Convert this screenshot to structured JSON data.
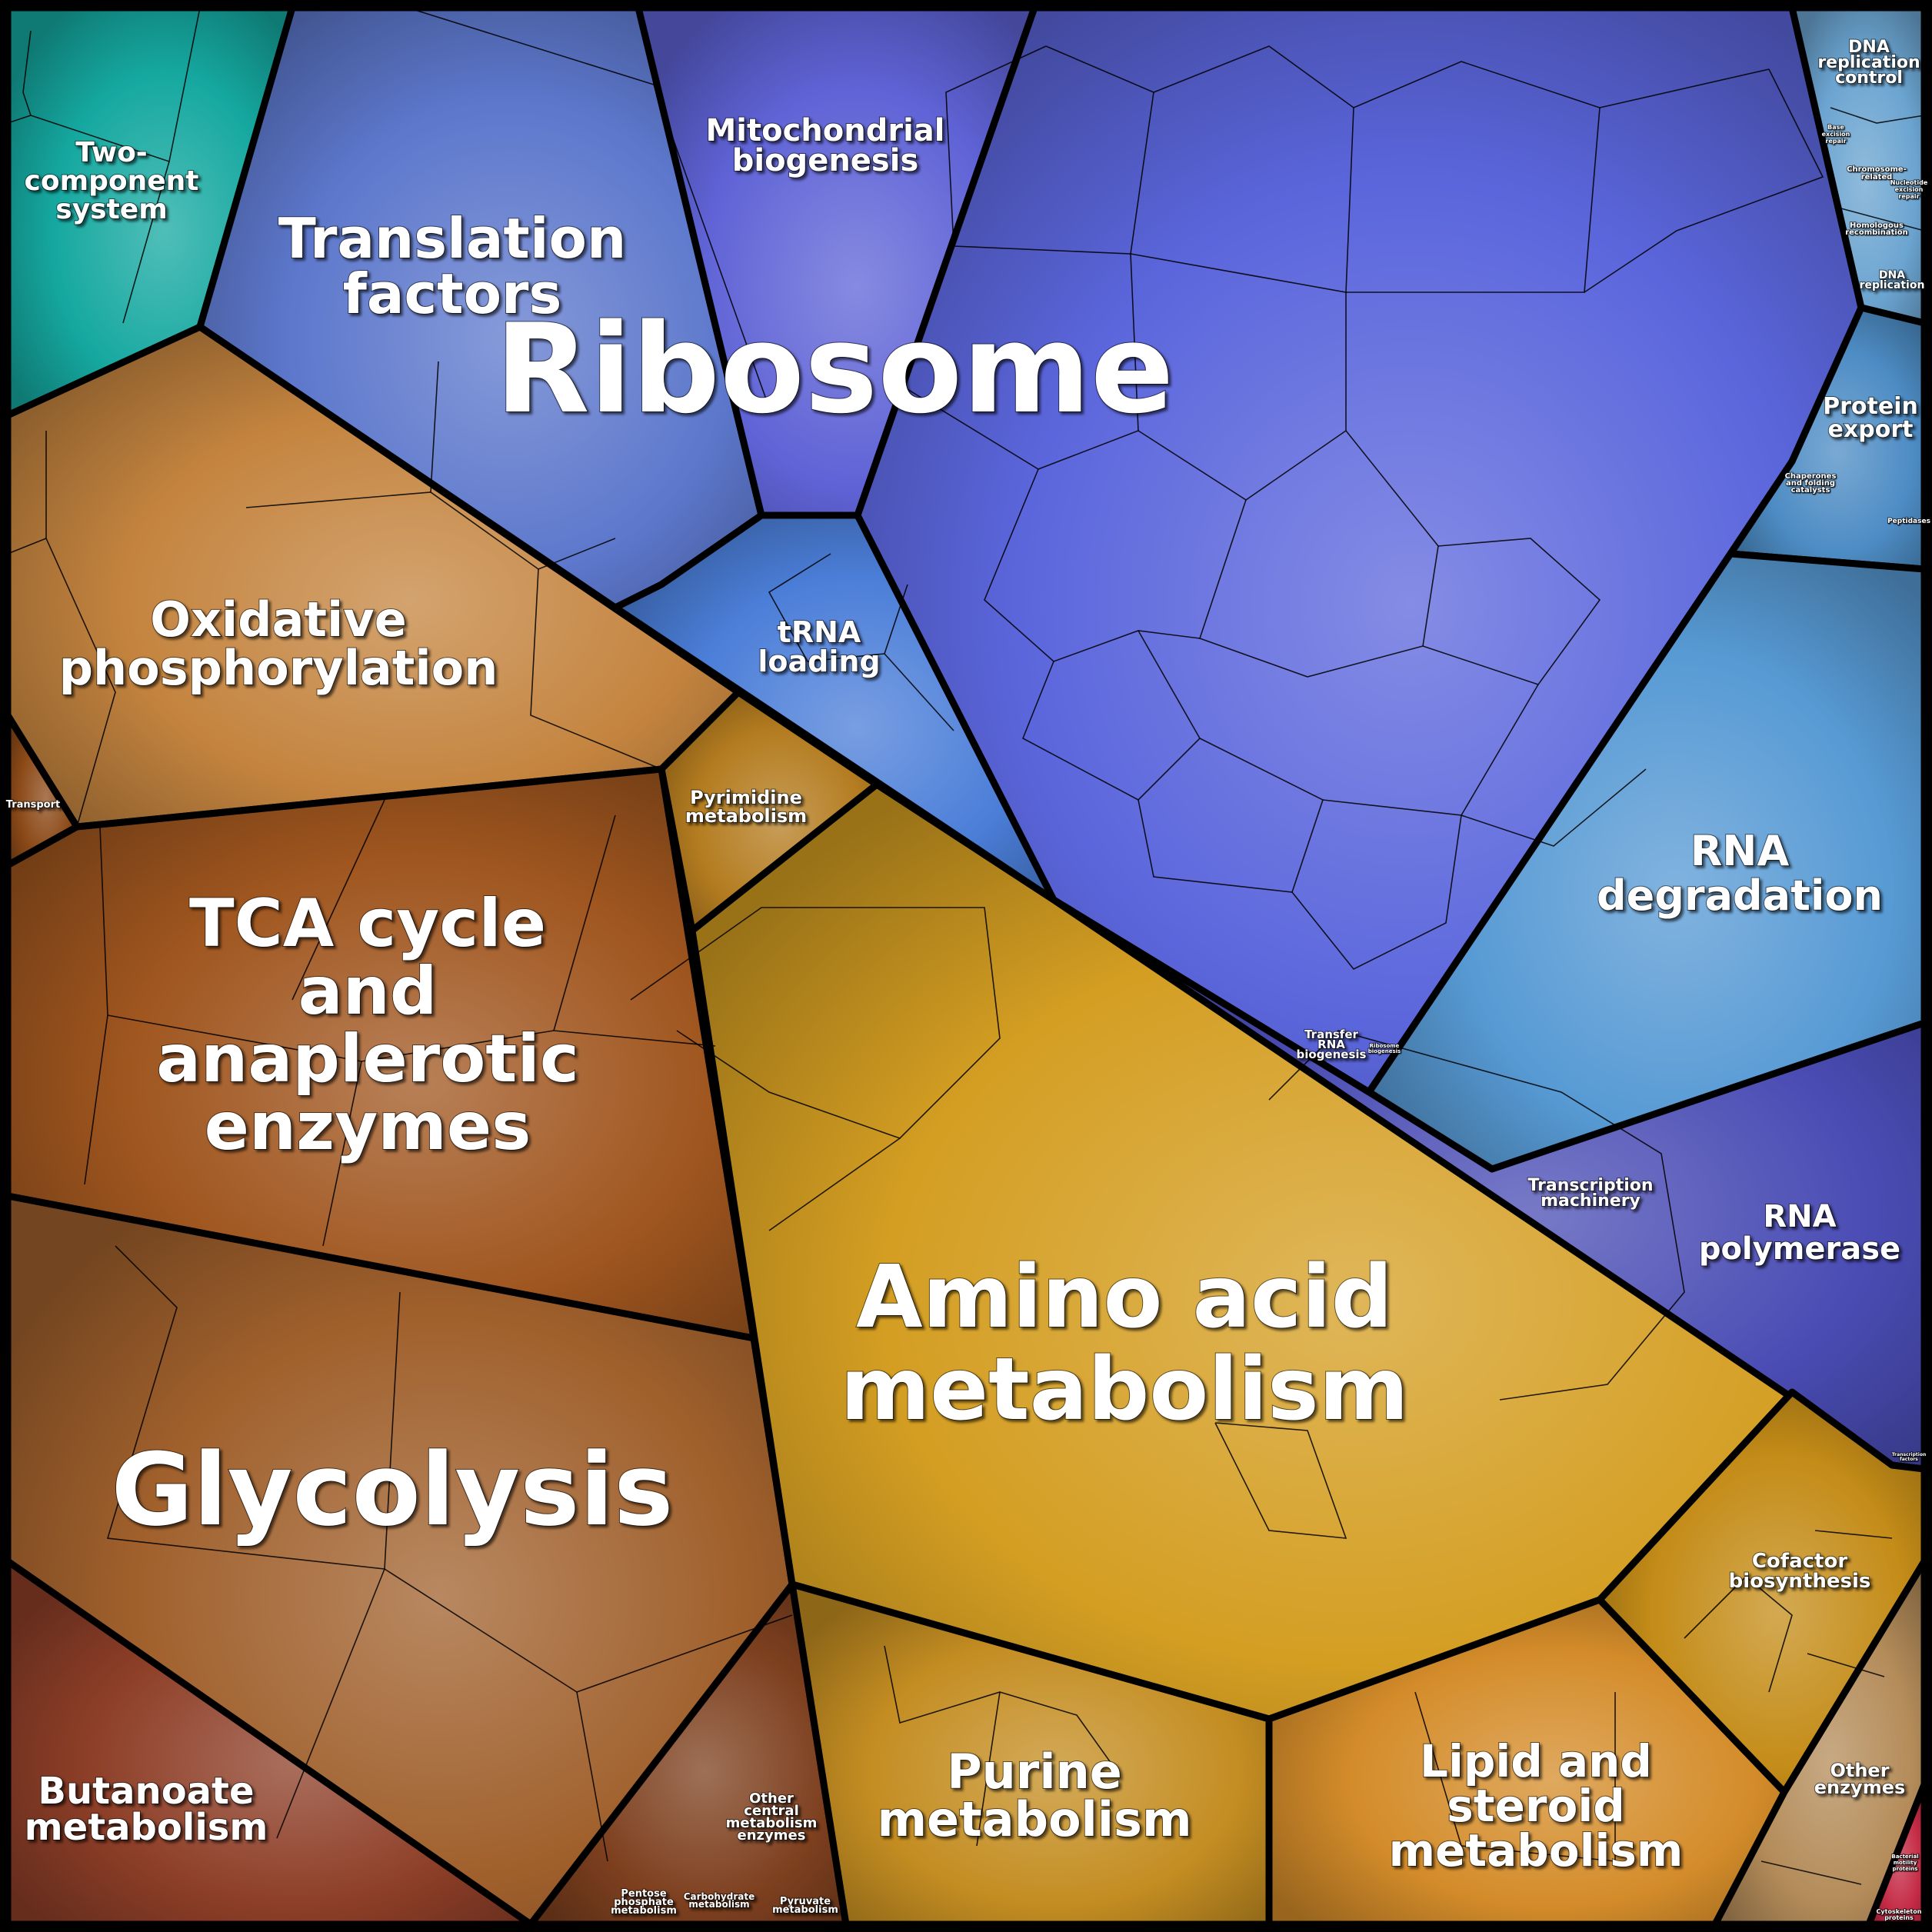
{
  "title": "Proteomap",
  "colors": {
    "two_component": "#15a8a0",
    "translation": "#5d78cc",
    "mito": "#5f63d6",
    "ribosome": "#5b66dc",
    "trna": "#4b7ed8",
    "dna": "#6ba4d0",
    "protein_export": "#4d8cc4",
    "rna_deg": "#579ad4",
    "transcription": "#4a4cb4",
    "oxphos": "#c4843f",
    "transport": "#8c4a18",
    "pyrimidine": "#b47c20",
    "tca": "#a0561f",
    "glycolysis": "#a0602c",
    "butanoate": "#8e3f28",
    "other_central": "#7e401f",
    "amino": "#d49e22",
    "purine": "#c48d22",
    "lipid": "#d48c2a",
    "cofactor": "#c48c18",
    "other_enzymes": "#b48c5a",
    "cytoskeleton": "#c42a44"
  },
  "labels": {
    "two_component": [
      "Two-",
      "component",
      "system"
    ],
    "translation": [
      "Translation",
      "factors"
    ],
    "mito": [
      "Mitochondrial",
      "biogenesis"
    ],
    "ribosome": [
      "Ribosome"
    ],
    "trna": [
      "tRNA",
      "loading"
    ],
    "dna_rep_control": [
      "DNA",
      "replication",
      "control"
    ],
    "base_excision": [
      "Base",
      "excision",
      "repair"
    ],
    "chromosome": [
      "Chromosome-",
      "related"
    ],
    "nucleotide_excision": [
      "Nucleotide",
      "excision",
      "repair"
    ],
    "homologous": [
      "Homologous",
      "recombination"
    ],
    "dna_replication": [
      "DNA",
      "replication"
    ],
    "protein_export": [
      "Protein",
      "export"
    ],
    "chaperones": [
      "Chaperones",
      "and folding",
      "catalysts"
    ],
    "peptidases": [
      "Peptidases"
    ],
    "rna_deg": [
      "RNA",
      "degradation"
    ],
    "transfer_rna_bio": [
      "Transfer",
      "RNA",
      "biogenesis"
    ],
    "ribosome_bio": [
      "Ribosome",
      "biogenesis"
    ],
    "transcription_machinery": [
      "Transcription",
      "machinery"
    ],
    "rna_pol": [
      "RNA",
      "polymerase"
    ],
    "transcription_factors": [
      "Transcription",
      "factors"
    ],
    "oxphos": [
      "Oxidative",
      "phosphorylation"
    ],
    "transport": [
      "Transport"
    ],
    "pyrimidine": [
      "Pyrimidine",
      "metabolism"
    ],
    "tca": [
      "TCA cycle",
      "and",
      "anaplerotic",
      "enzymes"
    ],
    "glycolysis": [
      "Glycolysis"
    ],
    "butanoate": [
      "Butanoate",
      "metabolism"
    ],
    "other_central": [
      "Other",
      "central",
      "metabolism",
      "enzymes"
    ],
    "pentose": [
      "Pentose",
      "phosphate",
      "metabolism"
    ],
    "carbohydrate": [
      "Carbohydrate",
      "metabolism"
    ],
    "pyruvate": [
      "Pyruvate",
      "metabolism"
    ],
    "amino": [
      "Amino acid",
      "metabolism"
    ],
    "purine": [
      "Purine",
      "metabolism"
    ],
    "lipid": [
      "Lipid and",
      "steroid",
      "metabolism"
    ],
    "cofactor": [
      "Cofactor",
      "biosynthesis"
    ],
    "other_enzymes": [
      "Other",
      "enzymes"
    ],
    "bacterial_motility": [
      "Bacterial",
      "motility",
      "proteins"
    ],
    "cytoskeleton": [
      "Cytoskeleton",
      "proteins"
    ]
  }
}
